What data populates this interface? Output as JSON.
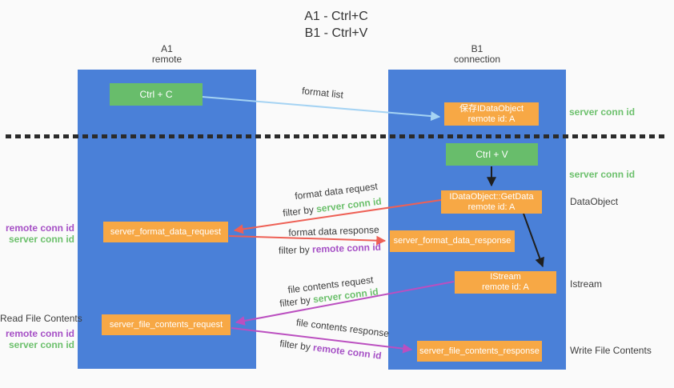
{
  "title": {
    "line1": "A1 - Ctrl+C",
    "line2": "B1 - Ctrl+V"
  },
  "lanes": {
    "left": {
      "name": "A1",
      "role": "remote"
    },
    "right": {
      "name": "B1",
      "role": "connection"
    }
  },
  "nodes": {
    "ctrl_c": {
      "label": "Ctrl + C"
    },
    "save_dataobject": {
      "line1": "保存IDataObject",
      "line2": "remote id: A"
    },
    "ctrl_v": {
      "label": "Ctrl + V"
    },
    "getdata": {
      "line1": "IDataObject::GetData",
      "line2": "remote id: A"
    },
    "server_format_data_request": {
      "label": "server_format_data_request"
    },
    "server_format_data_response": {
      "label": "server_format_data_response"
    },
    "istream": {
      "line1": "IStream",
      "line2": "remote id: A"
    },
    "server_file_contents_request": {
      "label": "server_file_contents_request"
    },
    "server_file_contents_response": {
      "label": "server_file_contents_response"
    }
  },
  "arrow_labels": {
    "format_list": "format list",
    "format_data_request": "format data request",
    "format_data_response": "format data response",
    "file_contents_request": "file contents request",
    "file_contents_response": "file contents response",
    "filter_by": "filter by",
    "server_conn_id": "server conn id",
    "remote_conn_id": "remote conn id"
  },
  "side_labels": {
    "server_conn_id_top": "server conn id",
    "server_conn_id_mid": "server conn id",
    "dataobject": "DataObject",
    "istream": "Istream",
    "write_file_contents": "Write File Contents",
    "read_file_contents": "Read File Contents",
    "remote_conn_id": "remote conn id",
    "server_conn_id": "server conn id"
  },
  "colors": {
    "lane_blue": "#4a80d8",
    "action_green": "#68bd6b",
    "message_orange": "#f7a845",
    "server_conn_green": "#6cc06c",
    "remote_conn_purple": "#a54fc5",
    "request_red": "#ee6055",
    "file_magenta": "#bb4fc0",
    "format_list_blue": "#a5d3f3",
    "arrow_black": "#1f1f1f"
  }
}
